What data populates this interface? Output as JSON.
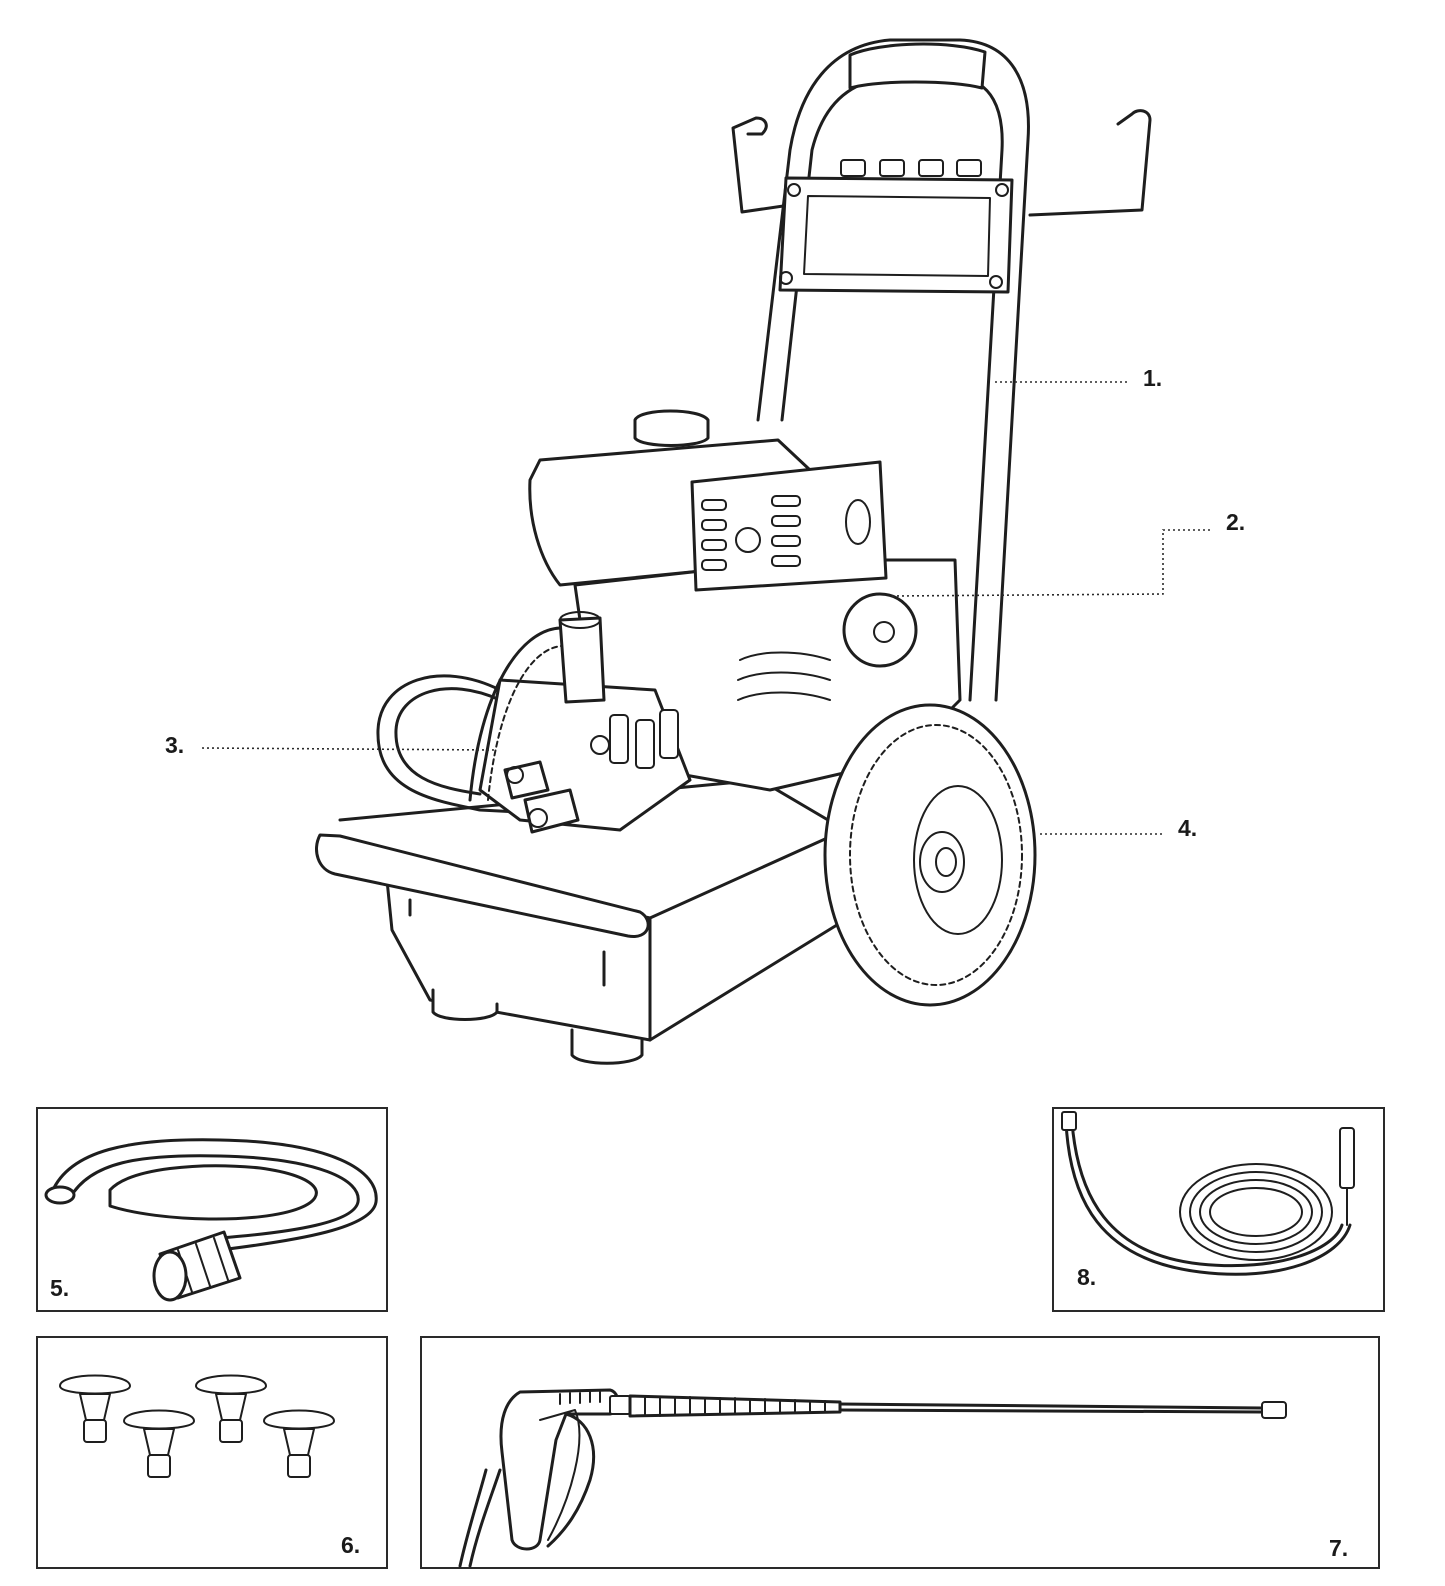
{
  "callouts": {
    "c1": "1.",
    "c2": "2.",
    "c3": "3.",
    "c4": "4.",
    "c5": "5.",
    "c6": "6.",
    "c7": "7.",
    "c8": "8."
  },
  "colors": {
    "ink": "#1e1e1e",
    "background": "#ffffff"
  }
}
